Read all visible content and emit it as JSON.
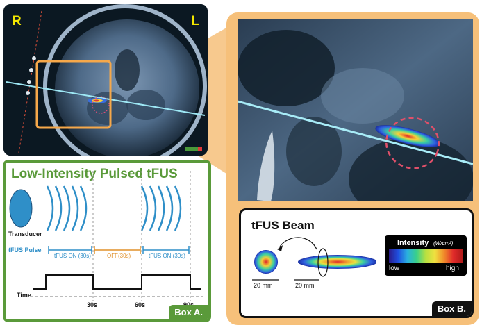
{
  "mri": {
    "label_left_side": "R",
    "label_right_side": "L"
  },
  "box_a": {
    "title": "Low-Intensity Pulsed tFUS",
    "tag": "Box A.",
    "transducer_label": "Transducer",
    "pulse_row_label": "tFUS Pulse",
    "segments": [
      {
        "label": "tFUS ON (30s)",
        "color": "#2f8fc8"
      },
      {
        "label": "OFF(30s)",
        "color": "#e0902a"
      },
      {
        "label": "tFUS ON (30s)",
        "color": "#2f8fc8"
      }
    ],
    "time_label": "Time",
    "ticks": [
      "30s",
      "60s",
      "90s"
    ]
  },
  "box_b": {
    "title": "tFUS Beam",
    "tag": "Box B.",
    "scale_left": "20 mm",
    "scale_right": "20 mm",
    "colorbar_title": "Intensity",
    "colorbar_unit": "(W/cm²)",
    "colorbar_low": "low",
    "colorbar_high": "high"
  },
  "colors": {
    "green": "#5a9a3a",
    "orange_frame": "#f6c07a",
    "transducer_blue": "#2f8fc8",
    "off_orange": "#e0902a"
  },
  "icons": [
    "transducer-icon",
    "arrow-icon"
  ]
}
